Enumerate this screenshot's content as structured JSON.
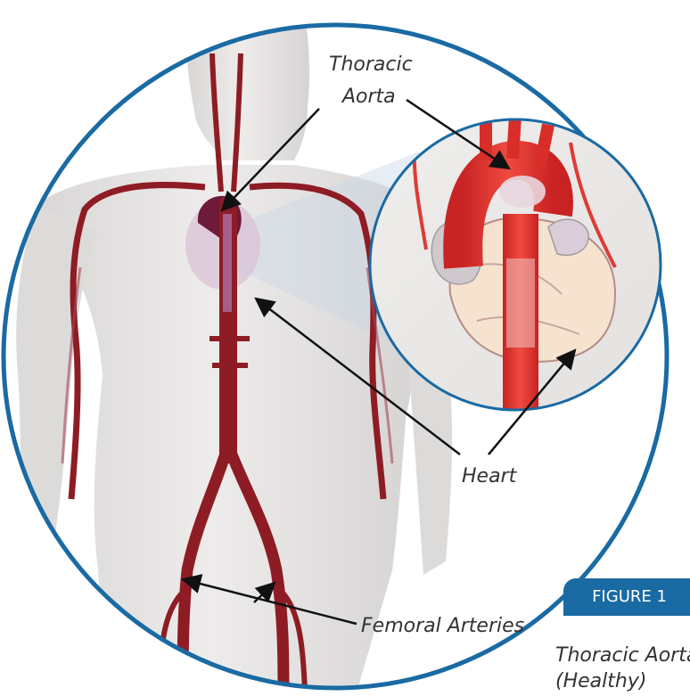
{
  "labels": {
    "thoracic_line1": "Thoracic",
    "thoracic_line2": "Aorta",
    "heart": "Heart",
    "femoral": "Femoral Arteries"
  },
  "figure": {
    "tag": "FIGURE 1",
    "caption_line1": "Thoracic Aorta",
    "caption_line2": "(Healthy)"
  },
  "colors": {
    "circle_border": "#1a6aa3",
    "artery": "#8e1c24",
    "aorta_bright": "#e2312f",
    "body_skin": "#e6e4e3",
    "heart_tint": "#d9c2d6",
    "label_text": "#333333",
    "figure_tag_bg": "#1a6aa3"
  },
  "icons": {
    "arrow": "black-arrowhead"
  }
}
